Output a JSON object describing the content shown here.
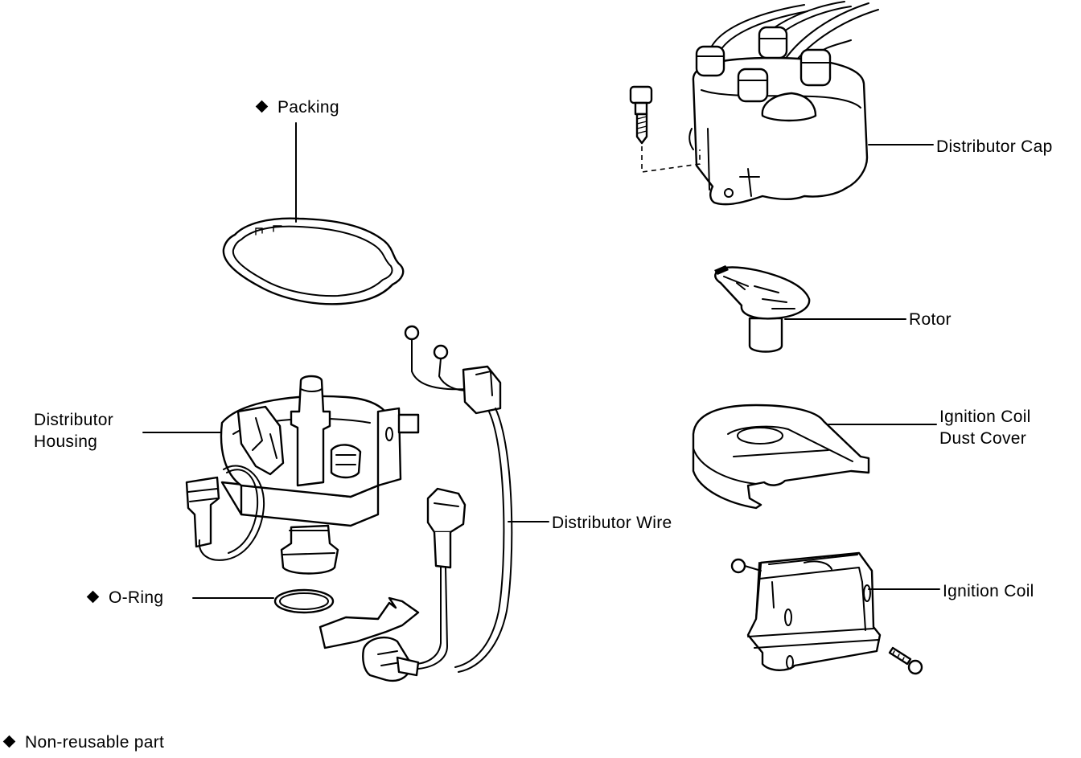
{
  "labels": {
    "packing": "Packing",
    "distributor_cap": "Distributor Cap",
    "rotor": "Rotor",
    "distributor_housing_line1": "Distributor",
    "distributor_housing_line2": "Housing",
    "ignition_coil_dust_cover_line1": "Ignition Coil",
    "ignition_coil_dust_cover_line2": "Dust Cover",
    "distributor_wire": "Distributor Wire",
    "o_ring": "O-Ring",
    "ignition_coil": "Ignition Coil"
  },
  "legend": {
    "marker_icon": "diamond-icon",
    "text": "Non-reusable part"
  },
  "non_reusable_parts": [
    "Packing",
    "O-Ring"
  ]
}
